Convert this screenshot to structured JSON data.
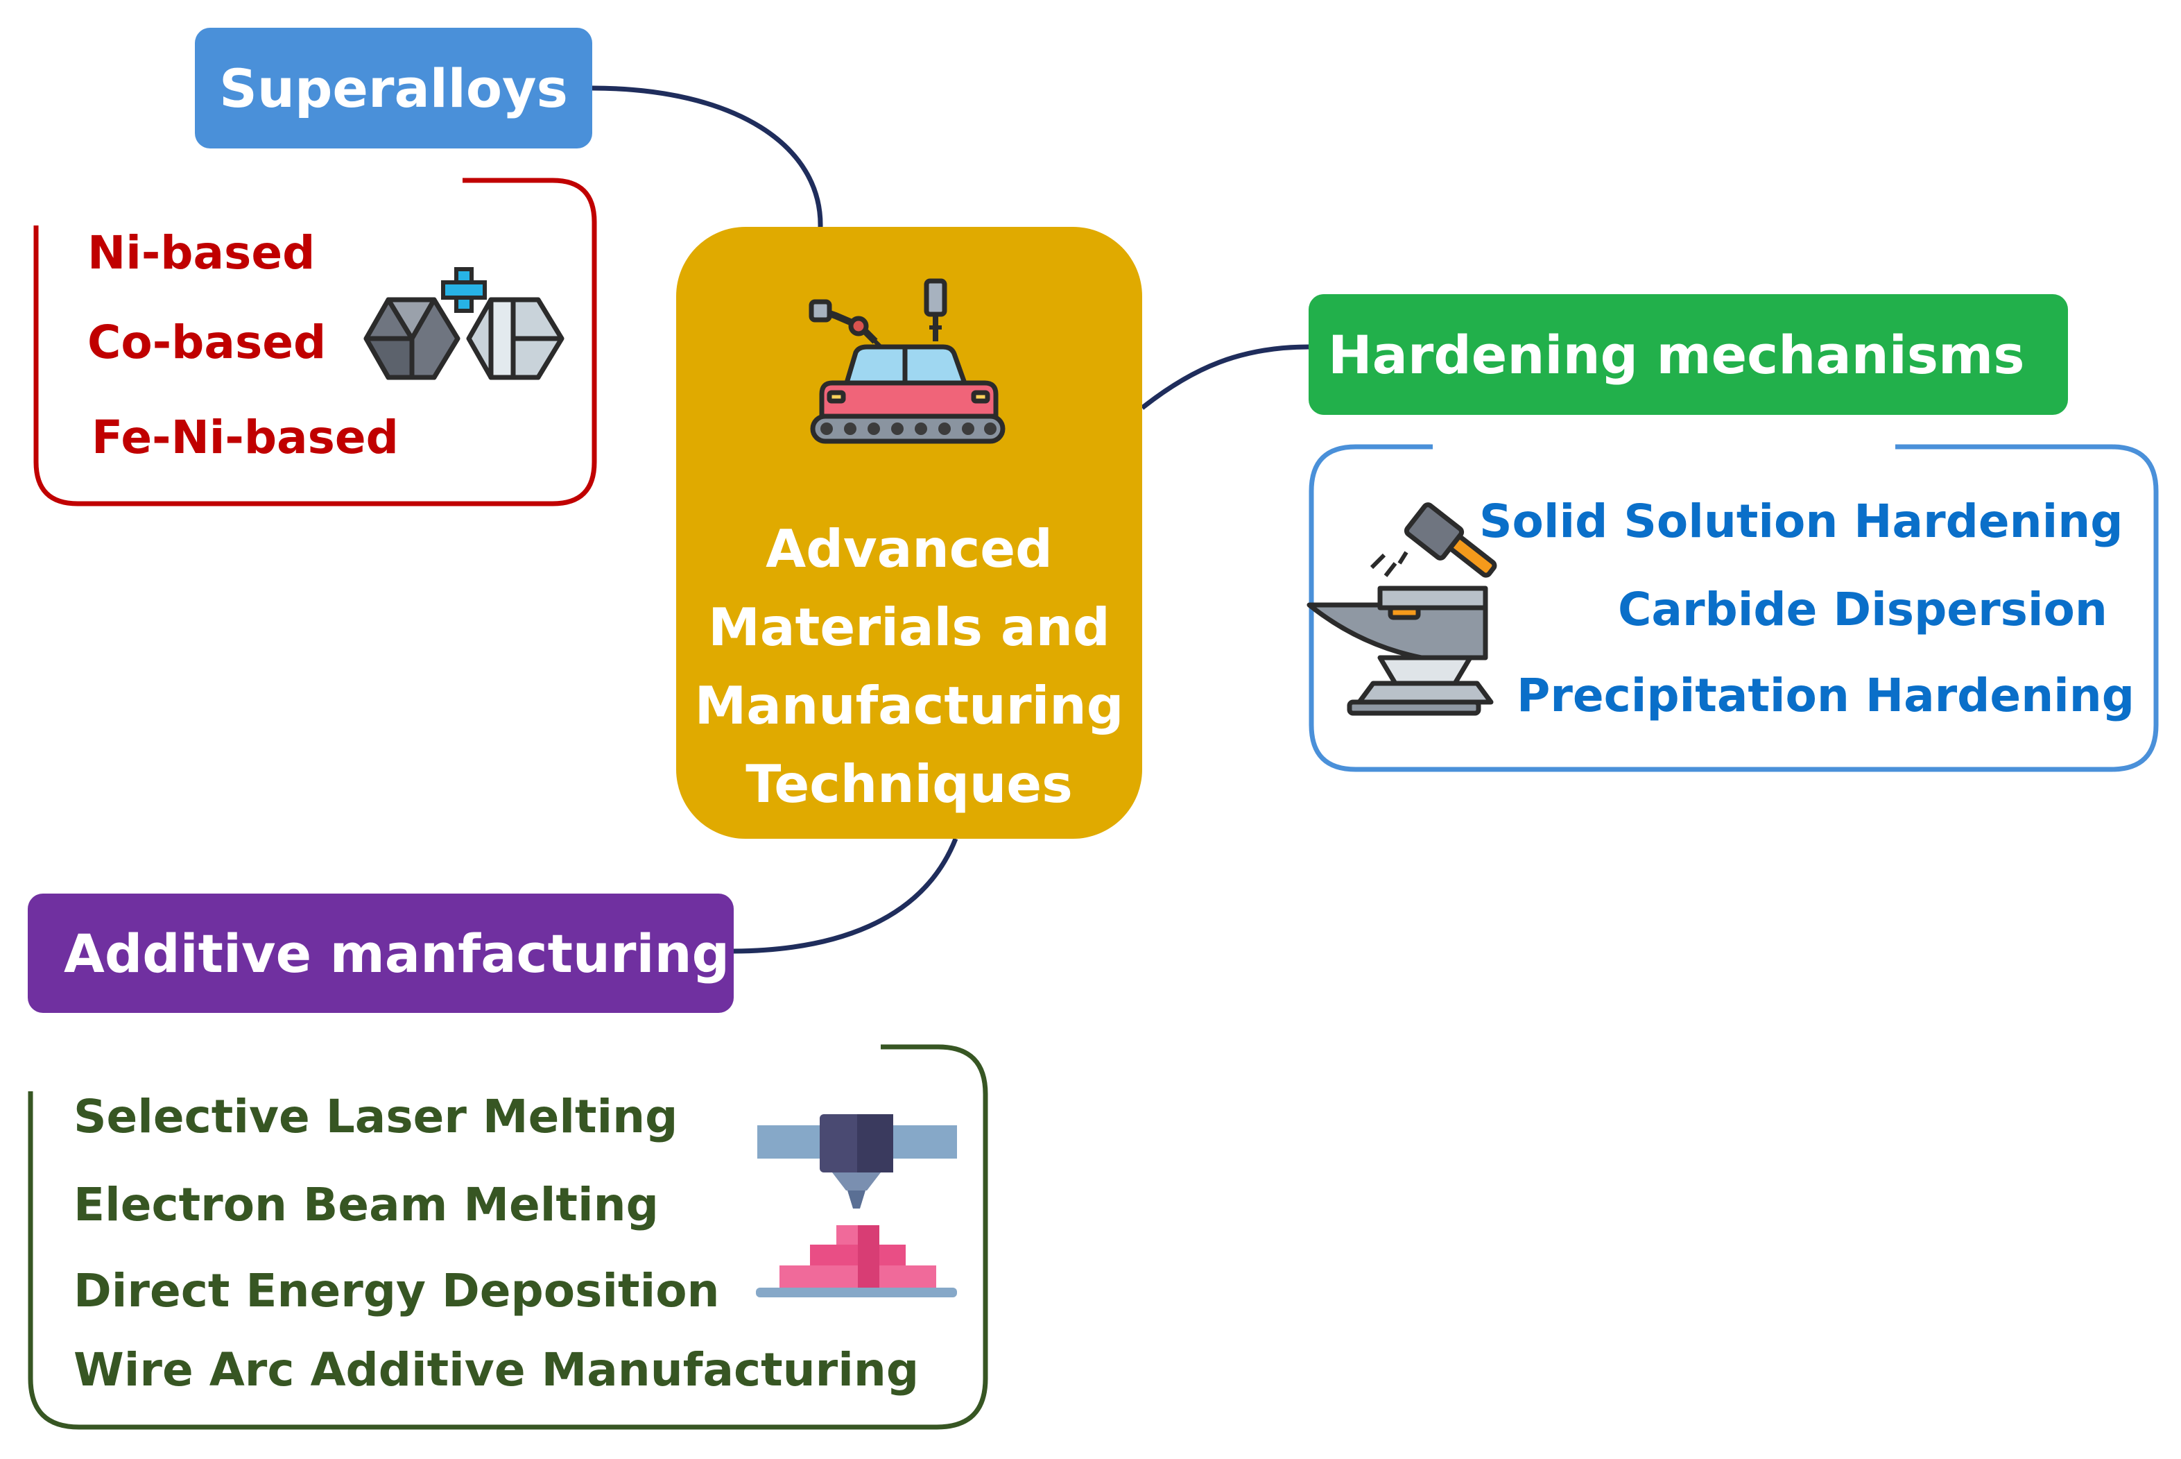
{
  "central": {
    "title_lines": [
      "Advanced",
      "Materials and",
      "Manufacturing",
      "Techniques"
    ],
    "color": "#e0aa00",
    "icon": "robotic-car-assembly-icon"
  },
  "branches": {
    "superalloys": {
      "label": "Superalloys",
      "color": "#4a90d9",
      "items": [
        "Ni-based",
        "Co-based",
        "Fe-Ni-based"
      ],
      "item_color": "#c00000",
      "icon": "crystal-cubes-plus-icon"
    },
    "hardening": {
      "label": "Hardening mechanisms",
      "color": "#22b04b",
      "items": [
        "Solid Solution Hardening",
        "Carbide Dispersion",
        "Precipitation Hardening"
      ],
      "item_color": "#0a6fc9",
      "icon": "anvil-hammer-icon"
    },
    "additive": {
      "label": "Additive manfacturing",
      "color": "#7030a0",
      "items": [
        "Selective Laser Melting",
        "Electron Beam Melting",
        "Direct Energy Deposition",
        "Wire Arc Additive Manufacturing"
      ],
      "item_color": "#375623",
      "icon": "3d-printer-icon"
    }
  },
  "connector_color": "#1f2d5c"
}
